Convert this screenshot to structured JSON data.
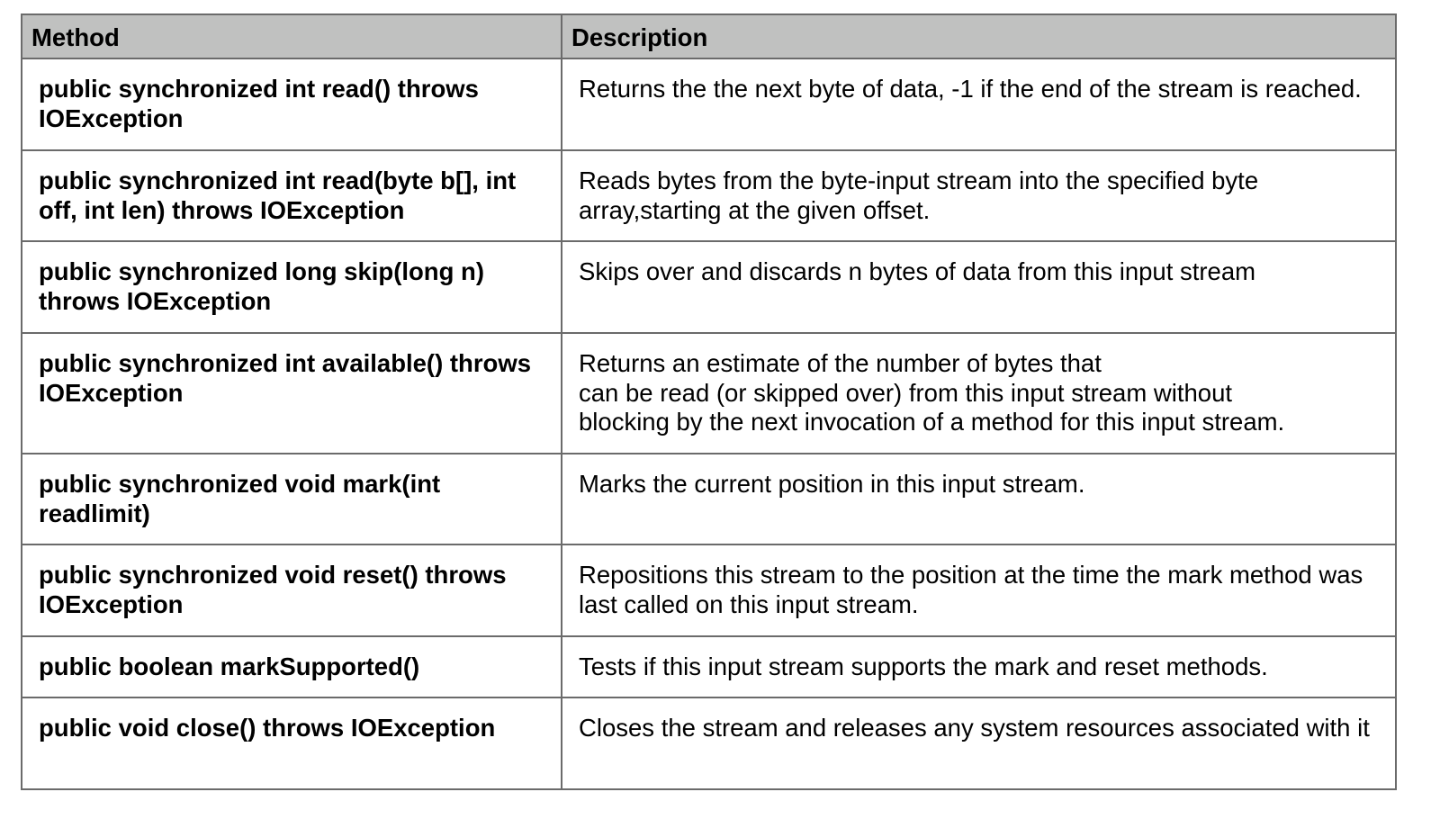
{
  "table": {
    "headers": {
      "method": "Method",
      "description": "Description"
    },
    "rows": [
      {
        "method": "public synchronized int read() throws IOException",
        "description": [
          "Returns the the next byte of data, -1 if the end of the stream is reached."
        ]
      },
      {
        "method": "public synchronized int read(byte b[], int off, int len) throws IOException",
        "description": [
          "Reads bytes from the byte-input stream into the specified byte array,starting at the given offset."
        ]
      },
      {
        "method": "public synchronized long skip(long n) throws IOException",
        "description": [
          "Skips over and discards n bytes of data from this input stream"
        ]
      },
      {
        "method": "public synchronized int available() throws IOException",
        "description": [
          "Returns an estimate of the number of bytes that",
          "can be read (or skipped over) from this input stream without",
          "blocking by the next invocation of a method for this input stream."
        ]
      },
      {
        "method": "public synchronized void mark(int readlimit)",
        "description": [
          "Marks the current position in this input stream."
        ]
      },
      {
        "method": "public synchronized void reset() throws IOException",
        "description": [
          "Repositions this stream to the position at the time the mark method was last called on this input stream."
        ]
      },
      {
        "method": "public boolean markSupported()",
        "description": [
          "Tests if this input stream supports the mark and reset methods."
        ]
      },
      {
        "method": "public void close() throws IOException",
        "description": [
          "Closes the stream and releases any system resources associated with it"
        ]
      }
    ]
  }
}
